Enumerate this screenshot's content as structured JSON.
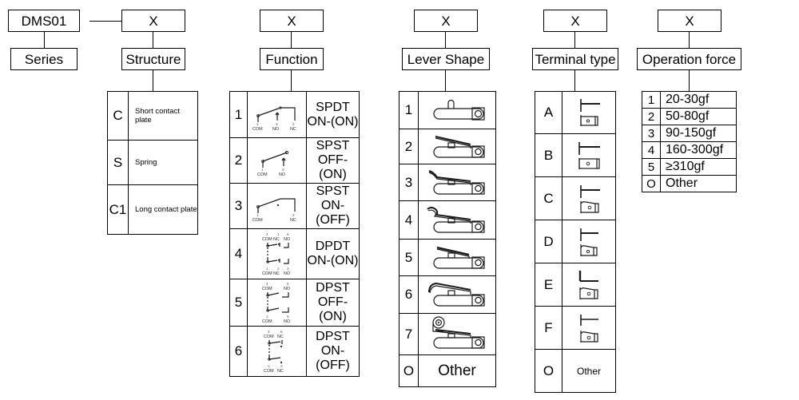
{
  "diagram": {
    "title": "DMS01 part number configuration chart",
    "series_code": "DMS01",
    "placeholder": "X",
    "dash": "—"
  },
  "columns": [
    {
      "id": "series",
      "code": "DMS01",
      "label": "Series",
      "has_table": false
    },
    {
      "id": "structure",
      "code": "X",
      "label": "Structure",
      "rows": [
        {
          "code": "C",
          "desc": "Short contact plate"
        },
        {
          "code": "S",
          "desc": "Spring"
        },
        {
          "code": "C1",
          "desc": "Long contact plate"
        }
      ]
    },
    {
      "id": "function",
      "code": "X",
      "label": "Function",
      "rows": [
        {
          "code": "1",
          "type": "SPDT",
          "state": "ON-(ON)",
          "schematic": "spdt-on-on",
          "terminals": [
            "1 COM",
            "3 NO",
            "2 NC"
          ]
        },
        {
          "code": "2",
          "type": "SPST",
          "state": "OFF-(ON)",
          "schematic": "spst-off-on",
          "terminals": [
            "1 COM",
            "3 NO"
          ]
        },
        {
          "code": "3",
          "type": "SPST",
          "state": "ON-(OFF)",
          "schematic": "spst-on-off",
          "terminals": [
            "1 COM",
            "2 NC"
          ]
        },
        {
          "code": "4",
          "type": "DPDT",
          "state": "ON-(ON)",
          "schematic": "dpdt-on-on",
          "terminals": [
            "4 COM",
            "1 NC",
            "6 NO",
            "1 COM",
            "2 NC",
            "3 NO"
          ]
        },
        {
          "code": "5",
          "type": "DPST",
          "state": "OFF-(ON)",
          "schematic": "dpst-off-on",
          "terminals": [
            "4 COM",
            "6 NO",
            "1 COM",
            "3 NO"
          ]
        },
        {
          "code": "6",
          "type": "DPST",
          "state": "ON-(OFF)",
          "schematic": "dpst-on-off",
          "terminals": [
            "4 COM",
            "5 NC",
            "1 COM",
            "2 NC"
          ]
        }
      ]
    },
    {
      "id": "lever-shape",
      "code": "X",
      "label": "Lever Shape",
      "rows": [
        {
          "code": "1",
          "icon": "lever-plain-pin"
        },
        {
          "code": "2",
          "icon": "lever-straight-blade"
        },
        {
          "code": "3",
          "icon": "lever-hooked-blade"
        },
        {
          "code": "4",
          "icon": "lever-curled-blade"
        },
        {
          "code": "5",
          "icon": "lever-short-blade"
        },
        {
          "code": "6",
          "icon": "lever-long-curved-blade"
        },
        {
          "code": "7",
          "icon": "lever-roller"
        },
        {
          "code": "O",
          "text": "Other"
        }
      ]
    },
    {
      "id": "terminal-type",
      "code": "X",
      "label": "Terminal type",
      "rows": [
        {
          "code": "A",
          "icon": "terminal-straight-flat"
        },
        {
          "code": "B",
          "icon": "terminal-straight-wide"
        },
        {
          "code": "C",
          "icon": "terminal-bent-tall"
        },
        {
          "code": "D",
          "icon": "terminal-bent-narrow"
        },
        {
          "code": "E",
          "icon": "terminal-l-bracket"
        },
        {
          "code": "F",
          "icon": "terminal-offset"
        },
        {
          "code": "O",
          "text": "Other"
        }
      ]
    },
    {
      "id": "operation-force",
      "code": "X",
      "label": "Operation force",
      "rows": [
        {
          "code": "1",
          "value": "20-30gf"
        },
        {
          "code": "2",
          "value": "50-80gf"
        },
        {
          "code": "3",
          "value": "90-150gf"
        },
        {
          "code": "4",
          "value": "160-300gf"
        },
        {
          "code": "5",
          "value": "≥310gf"
        },
        {
          "code": "O",
          "value": "Other"
        }
      ]
    }
  ],
  "colors": {
    "line": "#000000",
    "glyph": "#1a1a1a",
    "background": "#ffffff"
  }
}
